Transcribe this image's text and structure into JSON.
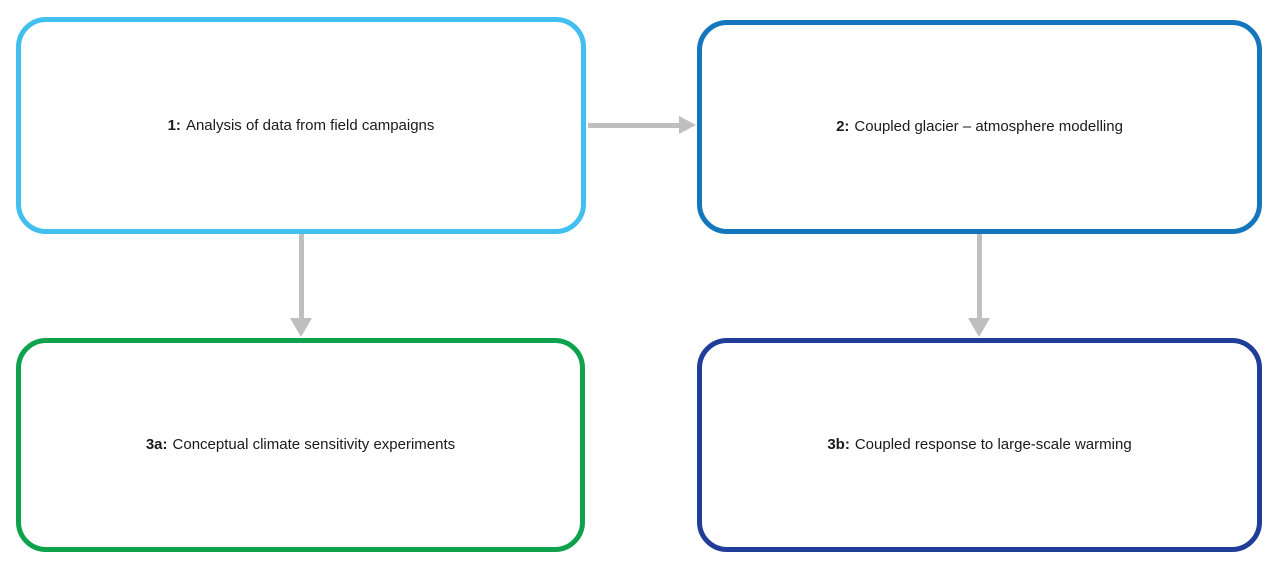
{
  "diagram": {
    "type": "flowchart",
    "background_color": "#FFFFFF",
    "text_color": "#1A1A1A",
    "arrow_color": "#BFBFBF",
    "boxes": [
      {
        "id": "box-1",
        "label": "1:",
        "text": "Analysis of data from field campaigns",
        "border_color": "#41C0F0"
      },
      {
        "id": "box-2",
        "label": "2:",
        "text": "Coupled glacier – atmosphere modelling",
        "border_color": "#1476BC"
      },
      {
        "id": "box-3a",
        "label": "3a:",
        "text": "Conceptual climate sensitivity experiments",
        "border_color": "#0EA24D"
      },
      {
        "id": "box-3b",
        "label": "3b:",
        "text": "Coupled response to large-scale warming",
        "border_color": "#203E99"
      }
    ],
    "arrows": [
      {
        "id": "arrow-1-to-2",
        "from": "box-1",
        "to": "box-2",
        "direction": "right",
        "color": "#BFBFBF"
      },
      {
        "id": "arrow-1-to-3a",
        "from": "box-1",
        "to": "box-3a",
        "direction": "down",
        "color": "#BFBFBF"
      },
      {
        "id": "arrow-2-to-3b",
        "from": "box-2",
        "to": "box-3b",
        "direction": "down",
        "color": "#BFBFBF"
      }
    ]
  }
}
